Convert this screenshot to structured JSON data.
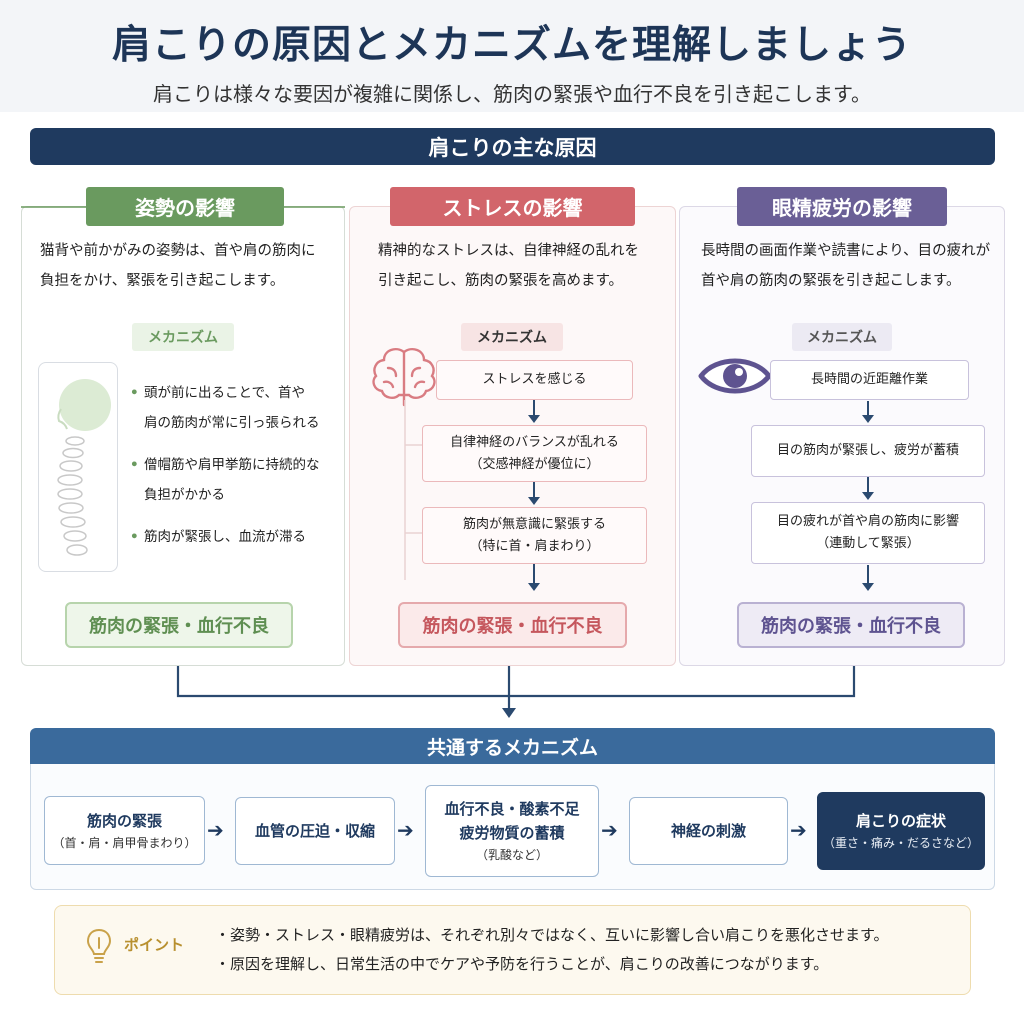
{
  "header": {
    "title": "肩こりの原因とメカニズムを理解しましょう",
    "subtitle": "肩こりは様々な要因が複雑に関係し、筋肉の緊張や血行不良を引き起こします。"
  },
  "main_section_title": "肩こりの主な原因",
  "cards": {
    "posture": {
      "title": "姿勢の影響",
      "desc_line1": "猫背や前かがみの姿勢は、首や肩の筋肉に",
      "desc_line2": "負担をかけ、緊張を引き起こします。",
      "mechanism_label": "メカニズム",
      "bullets": [
        {
          "line1": "頭が前に出ることで、首や",
          "line2": "肩の筋肉が常に引っ張られる"
        },
        {
          "line1": "僧帽筋や肩甲挙筋に持続的な",
          "line2": "負担がかかる"
        },
        {
          "line1": "筋肉が緊張し、血流が滞る",
          "line2": ""
        }
      ],
      "result": "筋肉の緊張・血行不良"
    },
    "stress": {
      "title": "ストレスの影響",
      "desc_line1": "精神的なストレスは、自律神経の乱れを",
      "desc_line2": "引き起こし、筋肉の緊張を高めます。",
      "mechanism_label": "メカニズム",
      "flow": [
        {
          "line1": "ストレスを感じる",
          "line2": ""
        },
        {
          "line1": "自律神経のバランスが乱れる",
          "line2": "（交感神経が優位に）"
        },
        {
          "line1": "筋肉が無意識に緊張する",
          "line2": "（特に首・肩まわり）"
        }
      ],
      "result": "筋肉の緊張・血行不良"
    },
    "eyestrain": {
      "title": "眼精疲労の影響",
      "desc_line1": "長時間の画面作業や読書により、目の疲れが",
      "desc_line2": "首や肩の筋肉の緊張を引き起こします。",
      "mechanism_label": "メカニズム",
      "flow": [
        {
          "line1": "長時間の近距離作業",
          "line2": ""
        },
        {
          "line1": "目の筋肉が緊張し、疲労が蓄積",
          "line2": ""
        },
        {
          "line1": "目の疲れが首や肩の筋肉に影響",
          "line2": "（連動して緊張）"
        }
      ],
      "result": "筋肉の緊張・血行不良"
    }
  },
  "common": {
    "title": "共通するメカニズム",
    "steps": [
      {
        "line1": "筋肉の緊張",
        "line2": "（首・肩・肩甲骨まわり）",
        "line3": ""
      },
      {
        "line1": "血管の圧迫・収縮",
        "line2": "",
        "line3": ""
      },
      {
        "line1": "血行不良・酸素不足",
        "line2": "疲労物質の蓄積",
        "line3": "（乳酸など）"
      },
      {
        "line1": "神経の刺激",
        "line2": "",
        "line3": ""
      },
      {
        "line1": "肩こりの症状",
        "line2": "（重さ・痛み・だるさなど）",
        "line3": ""
      }
    ]
  },
  "point": {
    "label": "ポイント",
    "line1": "・姿勢・ストレス・眼精疲労は、それぞれ別々ではなく、互いに影響し合い肩こりを悪化させます。",
    "line2": "・原因を理解し、日常生活の中でケアや予防を行うことが、肩こりの改善につながります。"
  },
  "icons": {
    "brain": "brain-icon",
    "eye": "eye-icon",
    "spine": "spine-icon",
    "lightbulb": "lightbulb-icon"
  },
  "colors": {
    "navy": "#1f3a5f",
    "green": "#6a9a5f",
    "red": "#d2656b",
    "purple": "#6a5f96",
    "blue": "#3a6a9c",
    "gold": "#b8902f"
  }
}
